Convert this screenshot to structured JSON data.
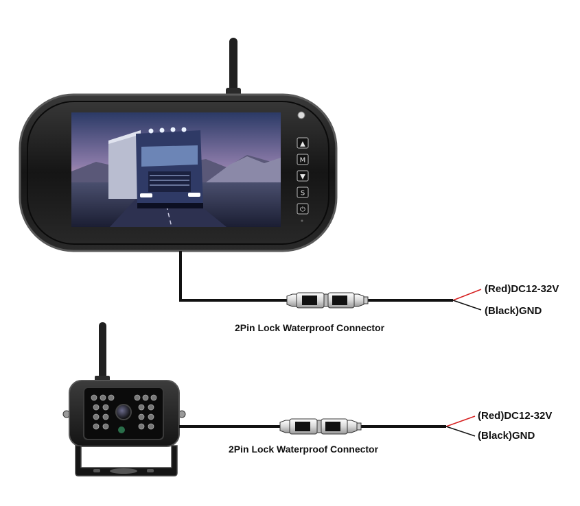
{
  "monitor": {
    "buttons": [
      {
        "glyph": "▲",
        "icon": "up-arrow-icon"
      },
      {
        "glyph": "M",
        "icon": "menu-icon"
      },
      {
        "glyph": "▼",
        "icon": "down-arrow-icon"
      },
      {
        "glyph": "S",
        "icon": "source-icon"
      },
      {
        "glyph": "⏻",
        "icon": "power-icon"
      }
    ]
  },
  "monitor_wiring": {
    "connector_label": "2Pin Lock Waterproof Connector",
    "red_wire_label": "(Red)DC12-32V",
    "black_wire_label": "(Black)GND"
  },
  "camera_wiring": {
    "connector_label": "2Pin Lock Waterproof Connector",
    "red_wire_label": "(Red)DC12-32V",
    "black_wire_label": "(Black)GND"
  },
  "colors": {
    "red_wire": "#d62020",
    "black_wire": "#111111",
    "bezel": "#1c1c1c",
    "bezel_edge": "#555555"
  }
}
